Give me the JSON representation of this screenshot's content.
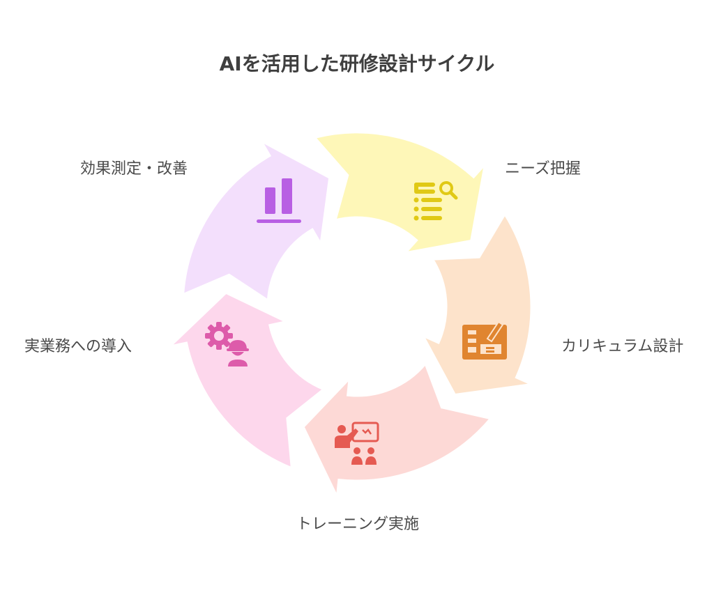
{
  "title": "AIを活用した研修設計サイクル",
  "steps": [
    {
      "label": "ニーズ把握",
      "icon": "list-search-icon",
      "fill": "#FEF7B8",
      "icon_color": "#E0C915"
    },
    {
      "label": "カリキュラム設計",
      "icon": "curriculum-edit-icon",
      "fill": "#FDE3CB",
      "icon_color": "#E08530"
    },
    {
      "label": "トレーニング実施",
      "icon": "presentation-training-icon",
      "fill": "#FDD9D6",
      "icon_color": "#E55A52"
    },
    {
      "label": "実業務への導入",
      "icon": "gear-worker-icon",
      "fill": "#FDD7EC",
      "icon_color": "#DD5BAA"
    },
    {
      "label": "効果測定・改善",
      "icon": "bar-chart-icon",
      "fill": "#F3DFFC",
      "icon_color": "#B85FE3"
    }
  ]
}
